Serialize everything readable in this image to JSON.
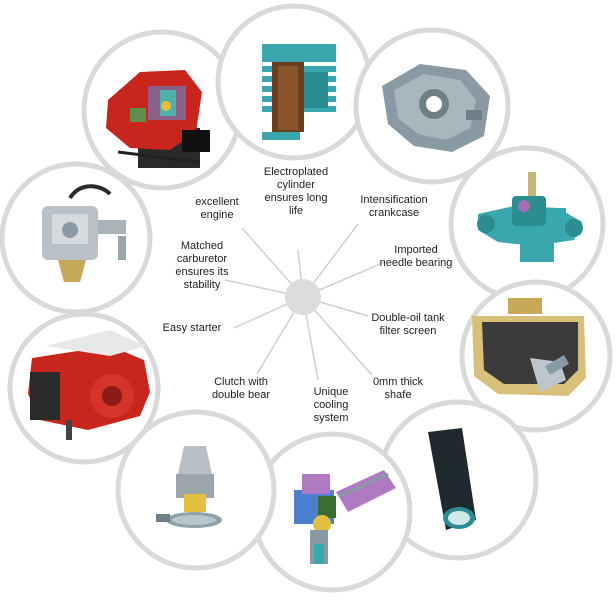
{
  "features": [
    {
      "id": "excellent-engine",
      "label": "excellent\nengine",
      "icon": "engine-icon"
    },
    {
      "id": "electroplated-cylinder",
      "label": "Electroplated\ncylinder\nensures long\nlife",
      "icon": "cylinder-icon"
    },
    {
      "id": "intensification-crankcase",
      "label": "Intensification\ncrankcase",
      "icon": "crankcase-icon"
    },
    {
      "id": "imported-needle-bearing",
      "label": "Imported\nneedle bearing",
      "icon": "needle-bearing-icon"
    },
    {
      "id": "double-oil-tank-filter-screen",
      "label": "Double-oil tank\nfilter screen",
      "icon": "oil-tank-icon"
    },
    {
      "id": "0mm-thick-shafe",
      "label": "0mm thick\nshafe",
      "icon": "shaft-icon"
    },
    {
      "id": "unique-cooling-system",
      "label": "Unique\ncooling\nsystem",
      "icon": "cooling-system-icon"
    },
    {
      "id": "clutch-with-double-bear",
      "label": "Clutch with\ndouble bear",
      "icon": "clutch-icon"
    },
    {
      "id": "easy-starter",
      "label": "Easy starter",
      "icon": "starter-icon"
    },
    {
      "id": "matched-carburetor",
      "label": "Matched\ncarburetor\nensures its\nstability",
      "icon": "carburetor-icon"
    }
  ],
  "colors": {
    "circle_border": "#d9d9d9",
    "hub": "#dcdcdc",
    "spoke": "#cfcfcf",
    "engine_red": "#c8261d",
    "teal": "#3aa6ad",
    "gray_metal": "#8a9aa4"
  }
}
